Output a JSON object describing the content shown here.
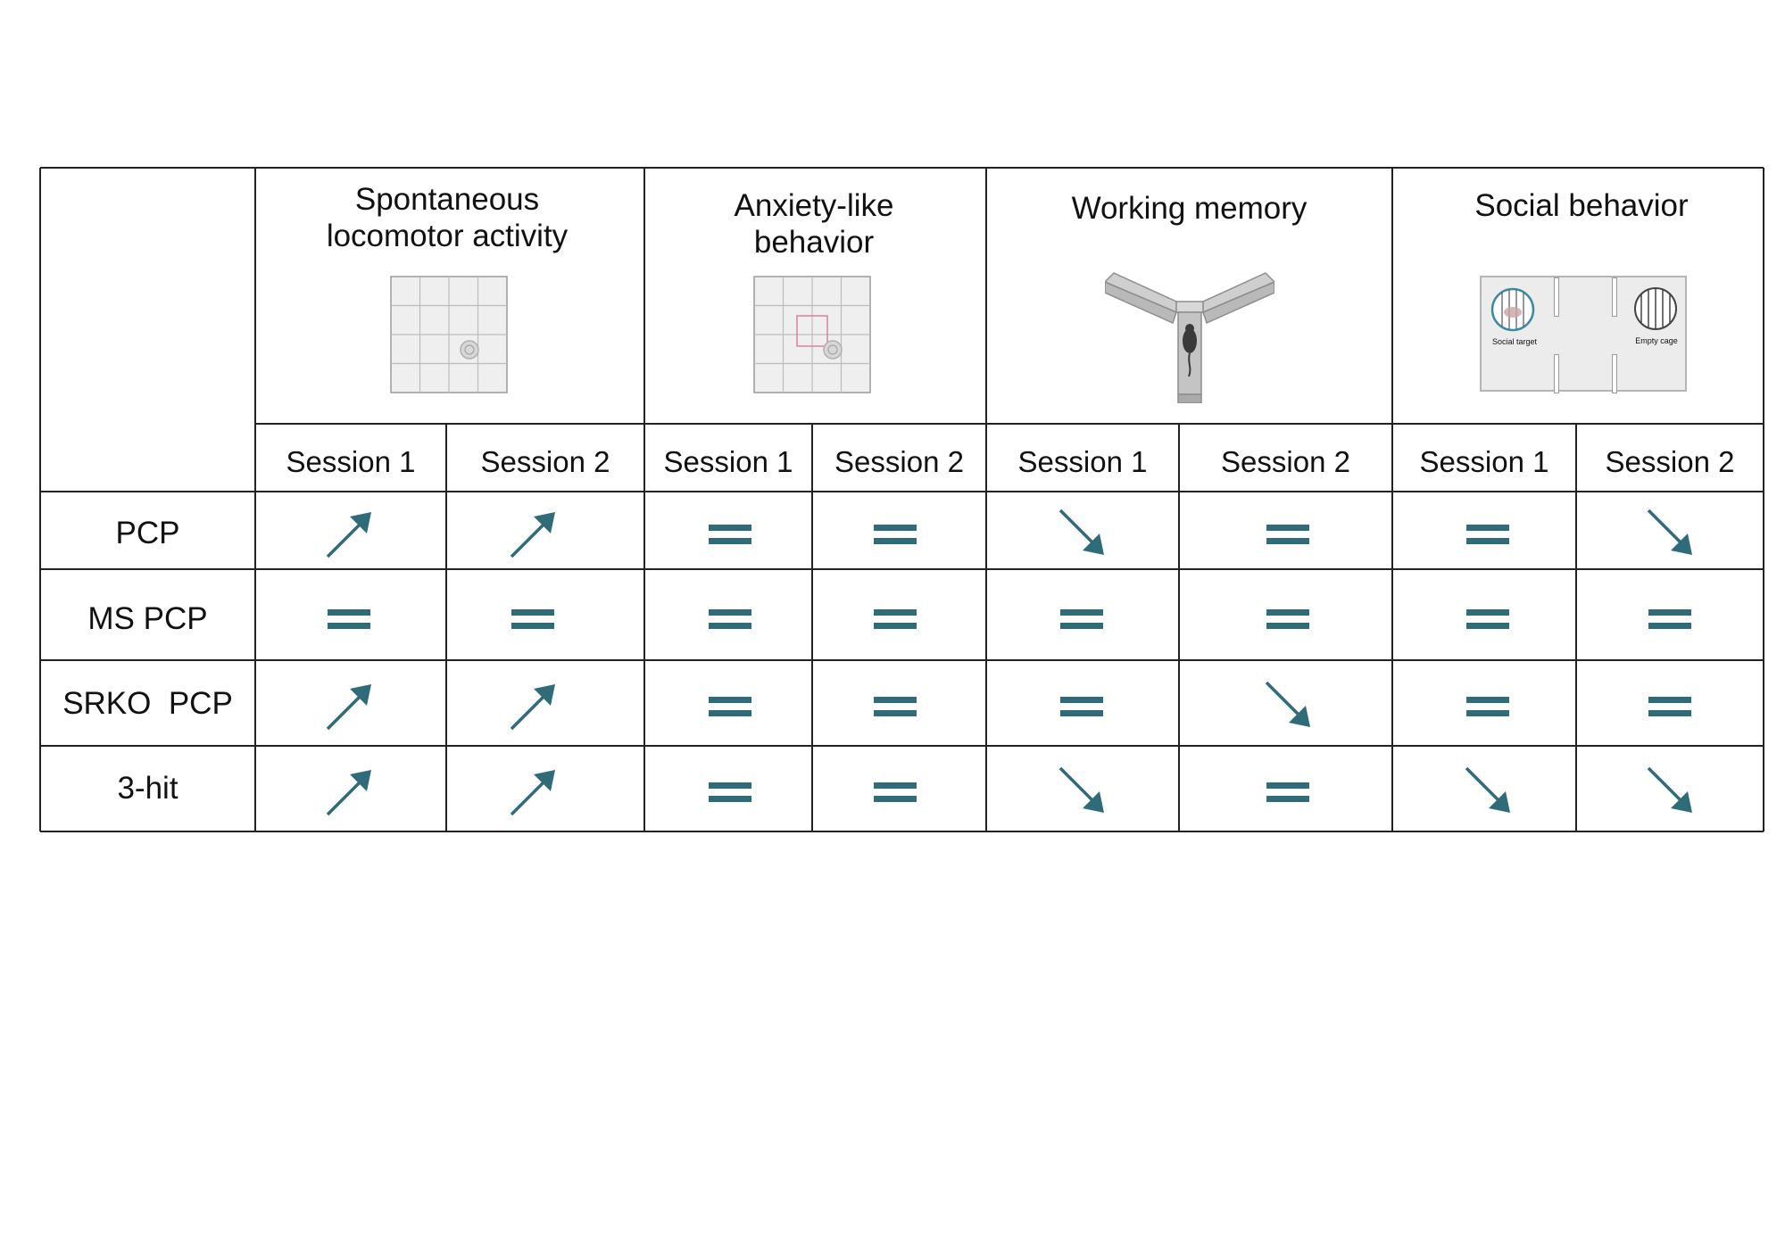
{
  "categories": [
    {
      "title_line1": "Spontaneous",
      "title_line2": "locomotor activity",
      "image": "open-field-arena"
    },
    {
      "title_line1": "Anxiety-like",
      "title_line2": "behavior",
      "image": "open-field-center-zone"
    },
    {
      "title_line1": "Working memory",
      "title_line2": "",
      "image": "y-maze-with-mouse"
    },
    {
      "title_line1": "Social behavior",
      "title_line2": "",
      "image": "three-chamber-social-test"
    }
  ],
  "session_labels": [
    "Session 1",
    "Session 2",
    "Session 1",
    "Session 2",
    "Session 1",
    "Session 2",
    "Session 1",
    "Session 2"
  ],
  "social_image_labels": {
    "left": "Social target",
    "right": "Empty cage"
  },
  "rows": [
    {
      "label": "PCP",
      "effects": [
        "up",
        "up",
        "equal",
        "equal",
        "down",
        "equal",
        "equal",
        "down"
      ]
    },
    {
      "label": "MS PCP",
      "effects": [
        "equal",
        "equal",
        "equal",
        "equal",
        "equal",
        "equal",
        "equal",
        "equal"
      ]
    },
    {
      "label": "SRKO  PCP",
      "effects": [
        "up",
        "up",
        "equal",
        "equal",
        "equal",
        "down",
        "equal",
        "equal"
      ]
    },
    {
      "label": "3-hit",
      "effects": [
        "up",
        "up",
        "equal",
        "equal",
        "down",
        "equal",
        "down",
        "down"
      ]
    }
  ],
  "colors": {
    "symbol": "#2f6b79",
    "grid": "#222222",
    "arena_fill": "#efefef",
    "arena_line": "#bdbdbd"
  }
}
